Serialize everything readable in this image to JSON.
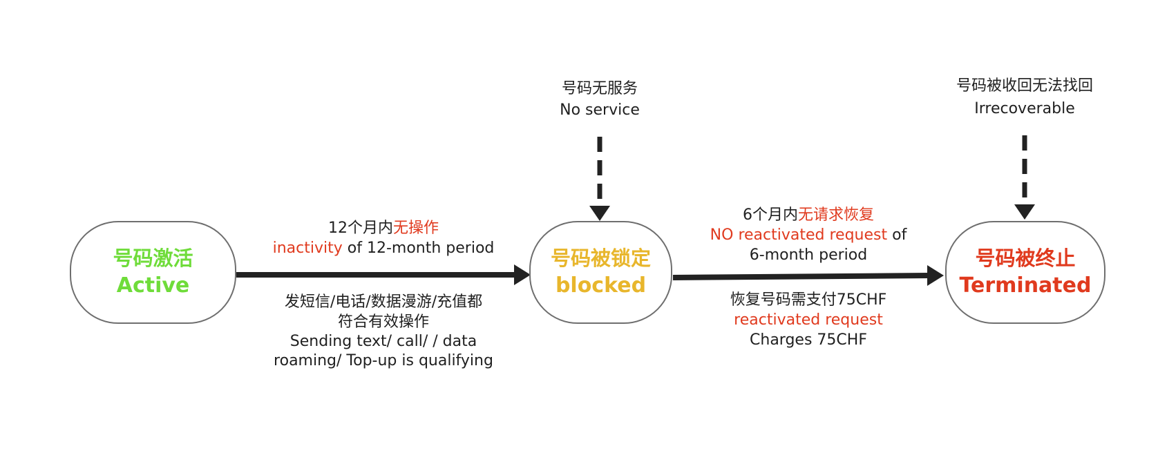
{
  "colors": {
    "active": "#6fdc3a",
    "blocked": "#e8b62c",
    "terminated": "#e03a1e",
    "highlight": "#e03a1e",
    "arrow": "#222222",
    "node_border": "#6e6e6e"
  },
  "nodes": {
    "active": {
      "zh": "号码激活",
      "en": "Active"
    },
    "blocked": {
      "zh": "号码被锁定",
      "en": "blocked"
    },
    "terminated": {
      "zh": "号码被终止",
      "en": "Terminated"
    }
  },
  "transition1": {
    "above": {
      "line1_prefix": "12个月内",
      "line1_highlight": "无操作",
      "line2_highlight": "inactivity",
      "line2_suffix": " of 12-month period"
    },
    "below": {
      "line1": "发短信/电话/数据漫游/充值都",
      "line2": "符合有效操作",
      "line3": "Sending text/ call/ / data",
      "line4": "roaming/ Top-up is qualifying"
    }
  },
  "transition2": {
    "above": {
      "line1_prefix": "6个月内",
      "line1_highlight": "无请求恢复",
      "line2_highlight": "NO reactivated request",
      "line2_suffix": " of",
      "line3": "6-month period"
    },
    "below": {
      "line1": "恢复号码需支付75CHF",
      "line2_highlight": "reactivated request",
      "line3": "Charges 75CHF"
    }
  },
  "status_blocked": {
    "zh": "号码无服务",
    "en": "No service"
  },
  "status_terminated": {
    "zh": "号码被收回无法找回",
    "en": "Irrecoverable"
  }
}
